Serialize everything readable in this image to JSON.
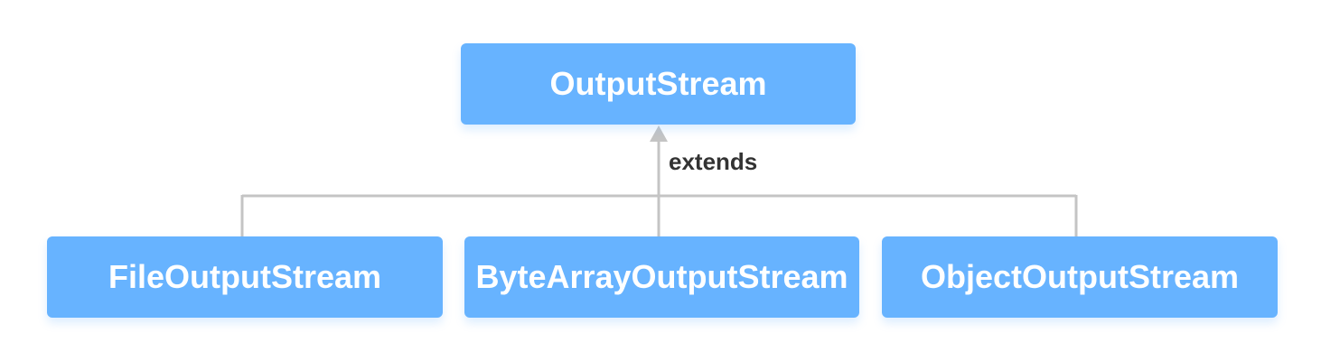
{
  "diagram": {
    "parent": {
      "label": "OutputStream"
    },
    "relation": {
      "label": "extends"
    },
    "children": [
      {
        "label": "FileOutputStream"
      },
      {
        "label": "ByteArrayOutputStream"
      },
      {
        "label": "ObjectOutputStream"
      }
    ]
  },
  "colors": {
    "box_fill": "#67b3ff",
    "box_text": "#ffffff",
    "connector": "#c4c4c4",
    "label_text": "#333333"
  }
}
